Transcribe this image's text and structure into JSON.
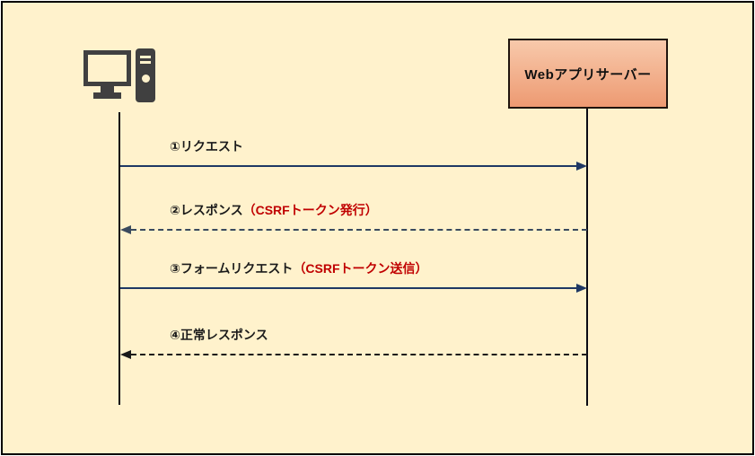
{
  "diagram": {
    "type": "sequence-diagram",
    "actors": {
      "client": {
        "icon": "desktop-computer-icon"
      },
      "server": {
        "label": "Webアプリサーバー"
      }
    },
    "messages": [
      {
        "order": "①",
        "text": "①リクエスト",
        "text_red": "",
        "direction": "client-to-server",
        "line_style": "solid"
      },
      {
        "order": "②",
        "text": "②レスポンス",
        "text_red": "（CSRFトークン発行）",
        "direction": "server-to-client",
        "line_style": "dashed"
      },
      {
        "order": "③",
        "text": "③フォームリクエスト",
        "text_red": "（CSRFトークン送信）",
        "direction": "client-to-server",
        "line_style": "solid"
      },
      {
        "order": "④",
        "text": "④正常レスポンス",
        "text_red": "",
        "direction": "server-to-client",
        "line_style": "dashed"
      }
    ],
    "colors": {
      "background": "#FFF2CC",
      "frame_border": "#000000",
      "request_arrow": "#1F3864",
      "response_arrow_dashed_blue": "#3A4A5E",
      "response_arrow_dashed_black": "#1A1A1A",
      "annotation_red": "#C00000",
      "computer_icon": "#404040",
      "server_fill_top": "#F8C9AB",
      "server_fill_bottom": "#ED9A72"
    }
  }
}
